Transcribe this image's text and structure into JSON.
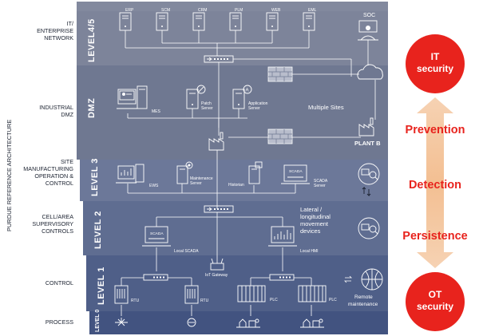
{
  "vertical_title": "PURDUE REFERENCE ARCHITECTURE",
  "levels": [
    {
      "side_label": [
        "IT/",
        "ENTERPRISE",
        "NETWORK"
      ],
      "badge": "LEVEL4/5"
    },
    {
      "side_label": [
        "INDUSTRIAL",
        "DMZ"
      ],
      "badge": "DMZ"
    },
    {
      "side_label": [
        "SITE",
        "MANUFACTURING",
        "OPERATION &",
        "CONTROL"
      ],
      "badge": "LEVEL 3"
    },
    {
      "side_label": [
        "CELL/AREA",
        "SUPERVISORY",
        "CONTROLS"
      ],
      "badge": "LEVEL 2"
    },
    {
      "side_label": [
        "CONTROL"
      ],
      "badge": "LEVEL 1"
    },
    {
      "side_label": [
        "PROCESS"
      ],
      "badge": "LEVEL 0"
    }
  ],
  "servers_top": [
    "ERP",
    "SCM",
    "CRM",
    "PLM",
    "WEB",
    "EML"
  ],
  "soc": "SOC",
  "dmz": {
    "mes": "MES",
    "patch": [
      "Patch",
      "Server"
    ],
    "app": [
      "Application",
      "Server"
    ],
    "multiple_sites": "Multiple Sites",
    "plant_b": "PLANT B"
  },
  "level3": {
    "ews": "EWS",
    "maintenance": [
      "Maintenance",
      "Server"
    ],
    "historian": "Historian",
    "scada_screen": "SCADA",
    "scada_server": [
      "SCADA",
      "Server"
    ]
  },
  "level2": {
    "lateral": [
      "Lateral /",
      "longitudinal",
      "movement",
      "devices"
    ],
    "scada_screen": "SCADA",
    "local_scada": "Local SCADA",
    "local_hmi": "Local HMI",
    "iot_gateway": "IoT Gateway"
  },
  "level1": {
    "rtu1": "RTU",
    "rtu2": "RTU",
    "plc1": "PLC",
    "plc2": "PLC",
    "remote": [
      "Remote",
      "maintenance"
    ]
  },
  "right_panel": {
    "it_security": [
      "IT",
      "security"
    ],
    "ot_security": [
      "OT",
      "security"
    ],
    "prevention": "Prevention",
    "detection": "Detection",
    "persistence": "Persistence"
  },
  "colors": {
    "level45": "#7d849a",
    "dmz": "#6f7891",
    "level3": "#6c7899",
    "level2": "#5f6d91",
    "level1": "#4f5f88",
    "level0": "#425380",
    "red": "#e8231d",
    "arrow": "#f3c39b"
  }
}
